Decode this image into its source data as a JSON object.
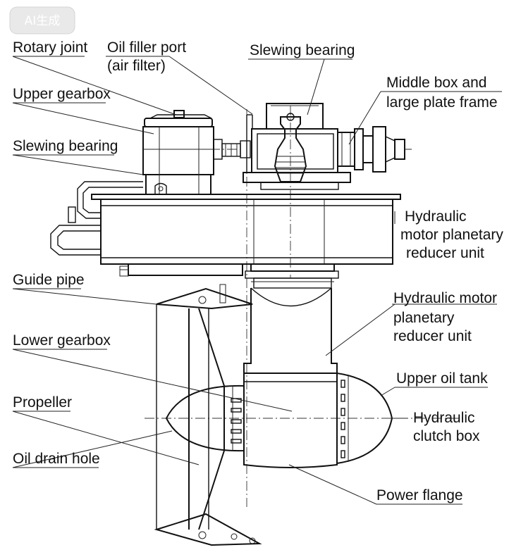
{
  "watermark": "AI生成",
  "labels": {
    "rotary_joint": "Rotary joint",
    "oil_filler_line1": "Oil filler port",
    "oil_filler_line2": "(air filter)",
    "slewing_bearing_top": "Slewing bearing",
    "middle_box_line1": "Middle box and",
    "middle_box_line2": "large plate frame",
    "upper_gearbox": "Upper gearbox",
    "slewing_bearing_left": "Slewing bearing",
    "hmpr_upper_line1": "Hydraulic",
    "hmpr_upper_line2": "motor planetary",
    "hmpr_upper_line3": "reducer unit",
    "guide_pipe": "Guide pipe",
    "hmpr_lower_line1": "Hydraulic motor",
    "hmpr_lower_line2": "planetary",
    "hmpr_lower_line3": "reducer unit",
    "lower_gearbox": "Lower gearbox",
    "upper_oil_tank": "Upper oil tank",
    "propeller": "Propeller",
    "clutch_line1": "Hydraulic",
    "clutch_line2": "clutch box",
    "oil_drain_hole": "Oil drain hole",
    "power_flange": "Power flange"
  }
}
